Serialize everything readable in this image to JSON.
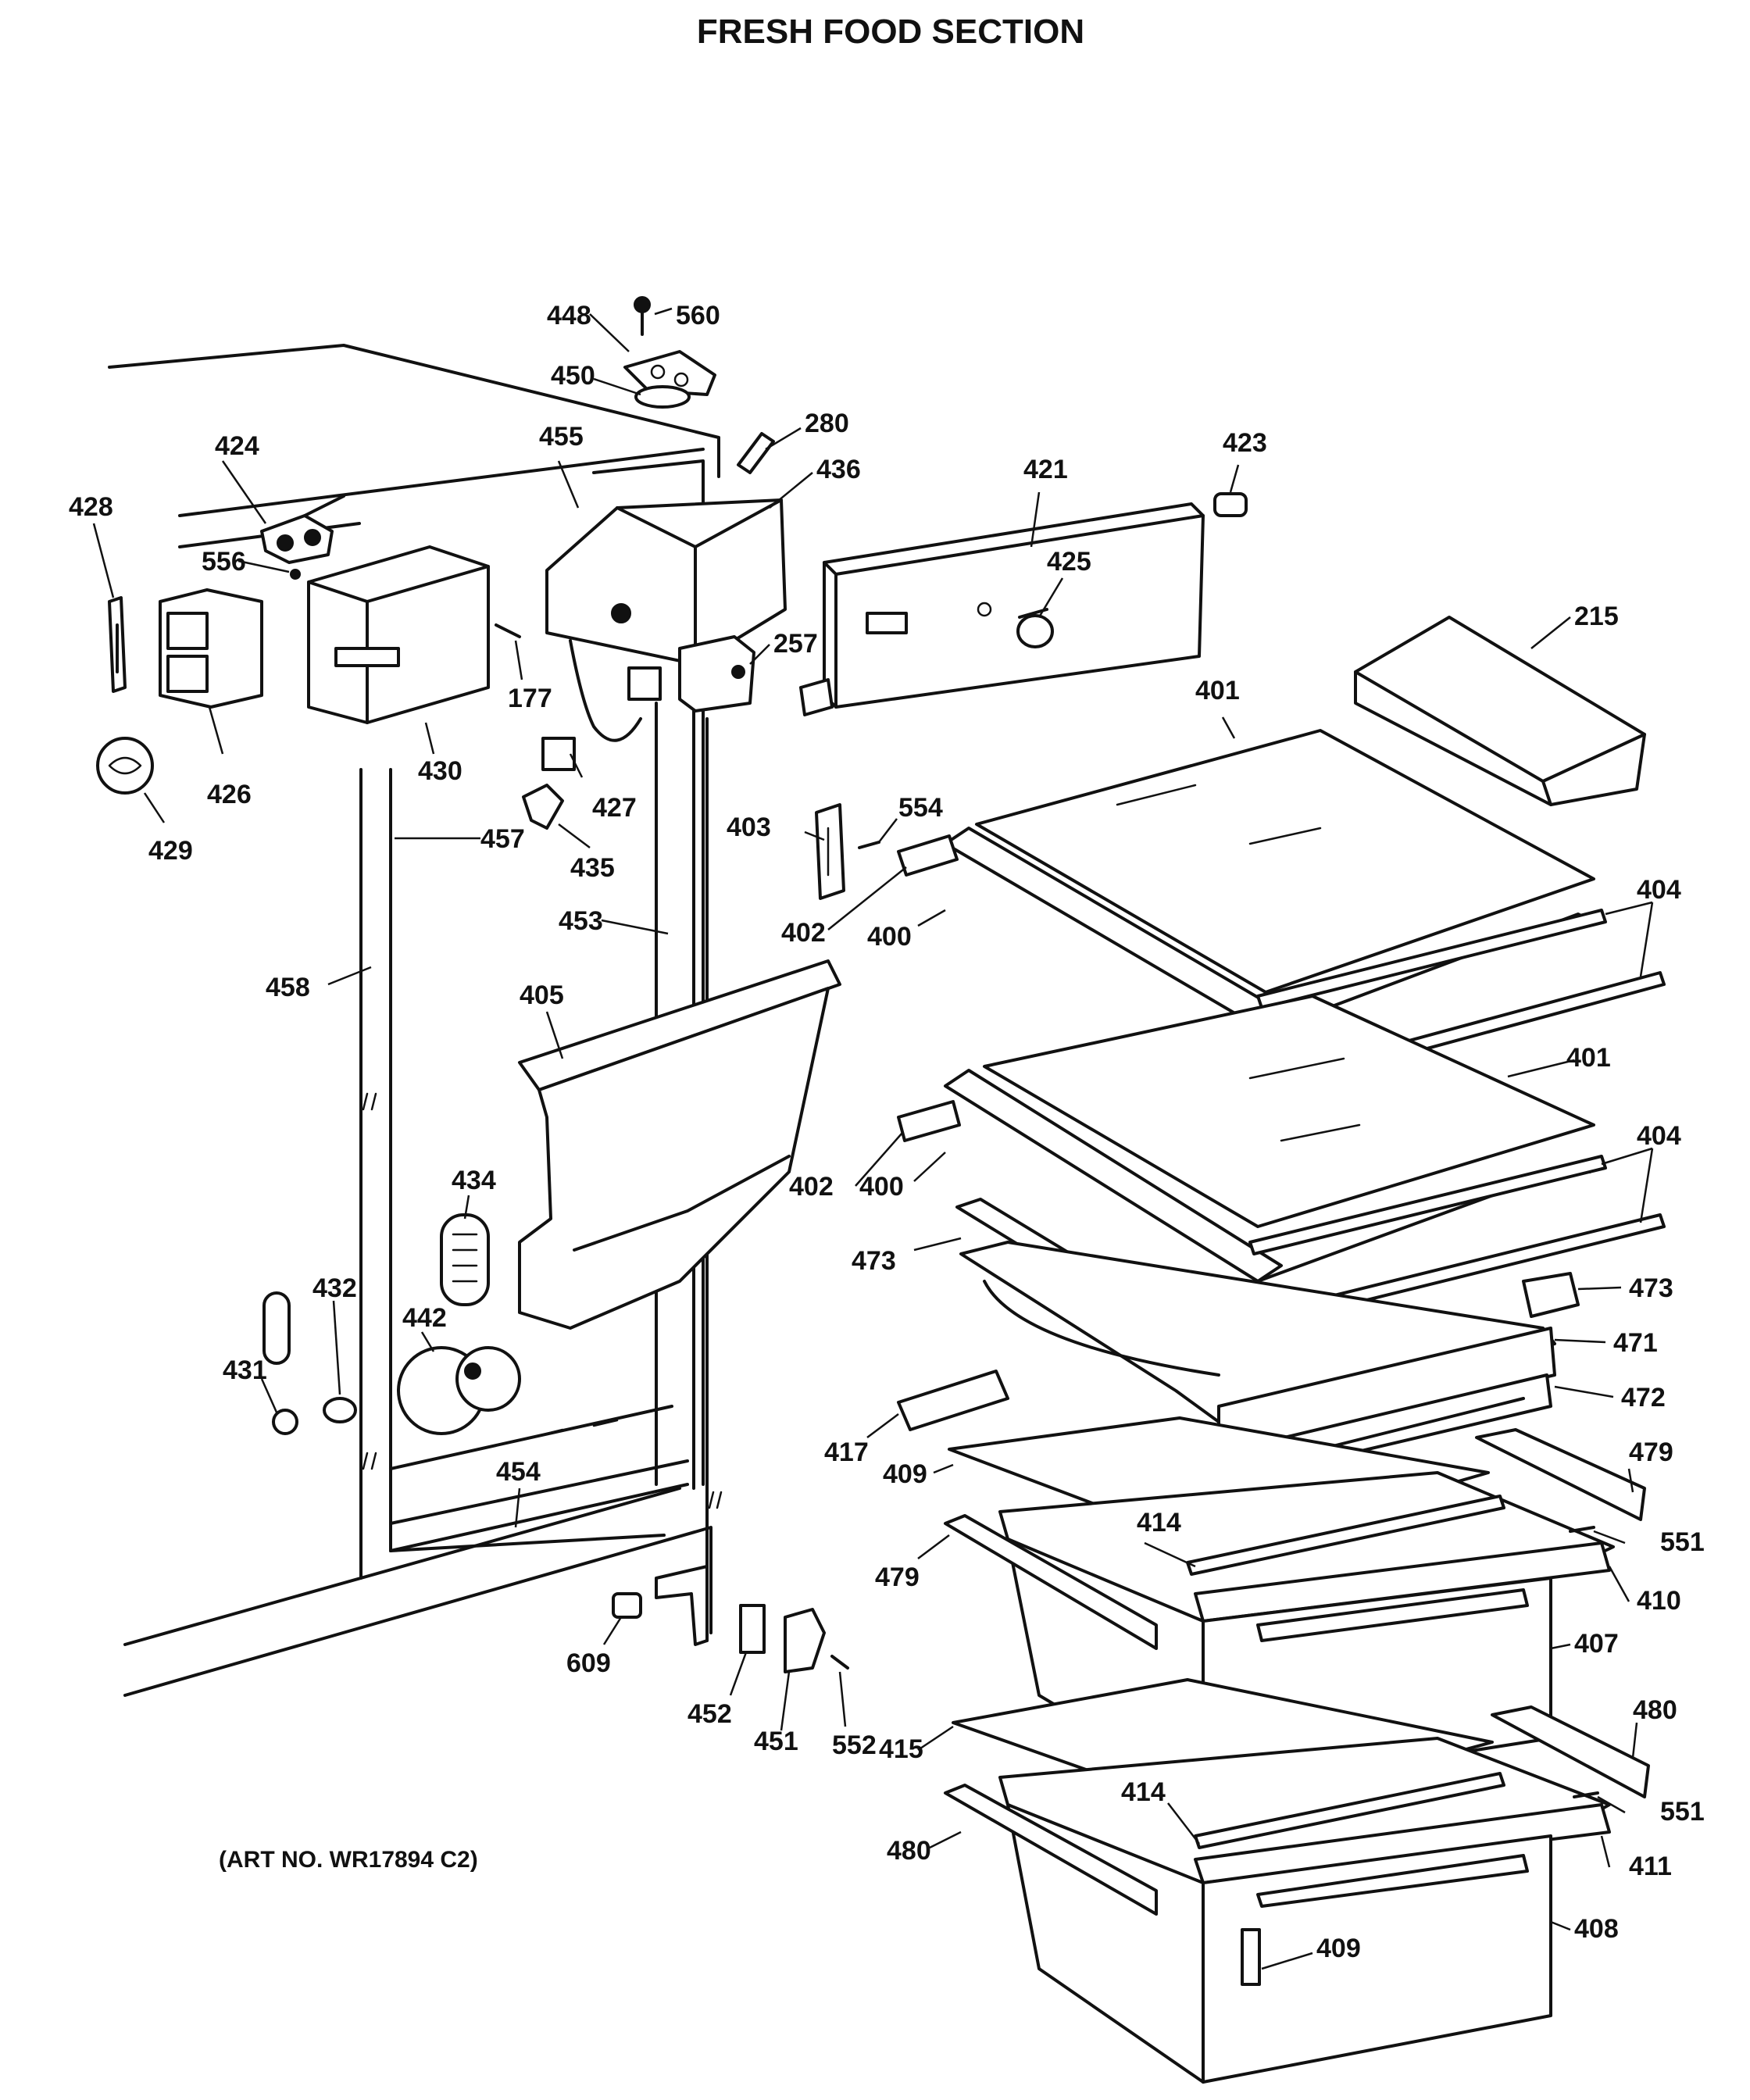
{
  "header": {
    "title": "FRESH FOOD SECTION"
  },
  "footer": {
    "art_number": "(ART NO. WR17894 C2)"
  },
  "callouts": {
    "c448": "448",
    "c560": "560",
    "c450": "450",
    "c280": "280",
    "c424": "424",
    "c455": "455",
    "c436": "436",
    "c421": "421",
    "c423": "423",
    "c428": "428",
    "c556": "556",
    "c425": "425",
    "c215": "215",
    "c257": "257",
    "c177": "177",
    "c426": "426",
    "c430": "430",
    "c427": "427",
    "c401a": "401",
    "c429": "429",
    "c457": "457",
    "c435": "435",
    "c403": "403",
    "c554": "554",
    "c404a": "404",
    "c402a": "402",
    "c400a": "400",
    "c453": "453",
    "c458": "458",
    "c405": "405",
    "c401b": "401",
    "c404b": "404",
    "c434": "434",
    "c402b": "402",
    "c400b": "400",
    "c473a": "473",
    "c432": "432",
    "c473b": "473",
    "c442": "442",
    "c471": "471",
    "c431": "431",
    "c472": "472",
    "c417": "417",
    "c409a": "409",
    "c479a": "479",
    "c454": "454",
    "c414a": "414",
    "c551a": "551",
    "c479b": "479",
    "c410": "410",
    "c609": "609",
    "c407": "407",
    "c452": "452",
    "c451": "451",
    "c552": "552",
    "c415": "415",
    "c480a": "480",
    "c414b": "414",
    "c551b": "551",
    "c480b": "480",
    "c411": "411",
    "c408": "408",
    "c409b": "409"
  }
}
